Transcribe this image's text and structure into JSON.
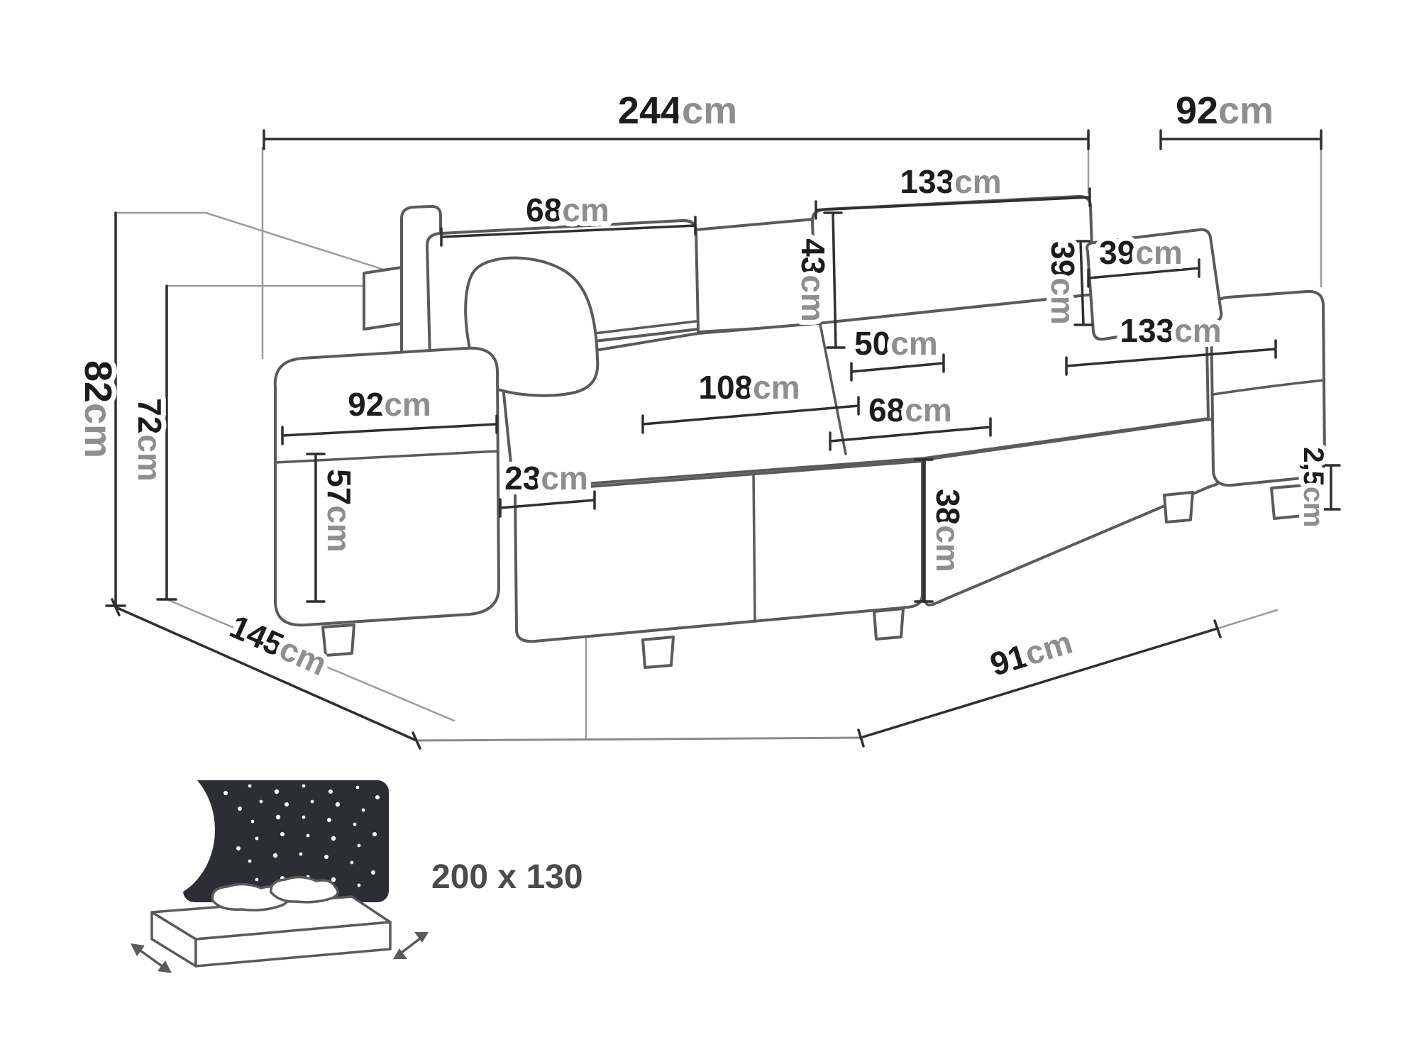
{
  "diagram": {
    "type": "corner-sofa-dimension-drawing",
    "colors": {
      "outline": "#5a5a5a",
      "dimension_line": "#2f2f2f",
      "value_text": "#1c1c1c",
      "unit_text": "#8e8e8e",
      "night_sky": "#2c2d35",
      "background": "#ffffff"
    }
  },
  "dimensions": {
    "total_width": {
      "value": "244",
      "unit": "cm"
    },
    "depth_right": {
      "value": "92",
      "unit": "cm"
    },
    "height_total": {
      "value": "82",
      "unit": "cm"
    },
    "height_inner": {
      "value": "72",
      "unit": "cm"
    },
    "backrest_left_width": {
      "value": "68",
      "unit": "cm"
    },
    "backrest_right_width": {
      "value": "133",
      "unit": "cm"
    },
    "backrest_height": {
      "value": "43",
      "unit": "cm"
    },
    "pillow_width": {
      "value": "39",
      "unit": "cm"
    },
    "pillow_height": {
      "value": "39",
      "unit": "cm"
    },
    "seat_depth": {
      "value": "50",
      "unit": "cm"
    },
    "seat_right_width": {
      "value": "133",
      "unit": "cm"
    },
    "chaise_length": {
      "value": "108",
      "unit": "cm"
    },
    "seat_front_width": {
      "value": "68",
      "unit": "cm"
    },
    "armrest_depth": {
      "value": "92",
      "unit": "cm"
    },
    "armrest_height": {
      "value": "57",
      "unit": "cm"
    },
    "armrest_width": {
      "value": "23",
      "unit": "cm"
    },
    "seat_height": {
      "value": "38",
      "unit": "cm"
    },
    "leg_height": {
      "value": "2,5",
      "unit": "cm"
    },
    "floor_depth_left": {
      "value": "145",
      "unit": "cm"
    },
    "floor_front_right": {
      "value": "91",
      "unit": "cm"
    }
  },
  "sleeping_area": {
    "icon": "sofa-bed-sleeping-area-icon",
    "label": "200 x 130"
  }
}
